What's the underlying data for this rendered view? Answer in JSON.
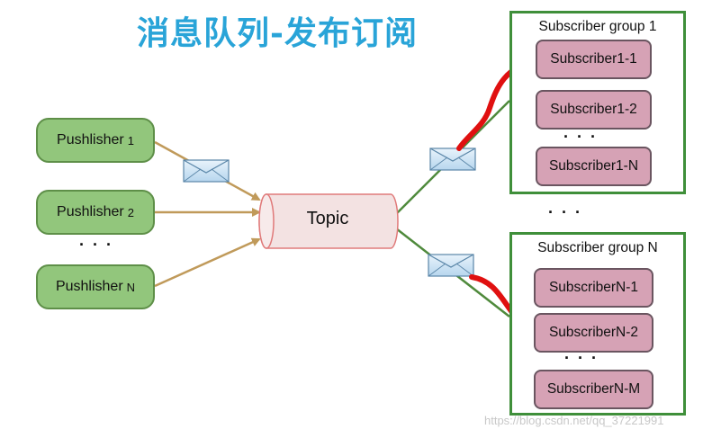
{
  "title": "消息队列-发布订阅",
  "publishers": [
    {
      "label": "Pushlisher",
      "index": "1"
    },
    {
      "label": "Pushlisher",
      "index": "2"
    },
    {
      "label": "Pushlisher",
      "index": "N"
    }
  ],
  "ellipsis": "· · ·",
  "topic": "Topic",
  "groups": [
    {
      "title": "Subscriber group 1",
      "subscribers": [
        "Subscriber1-1",
        "Subscriber1-2",
        "Subscriber1-N"
      ]
    },
    {
      "title": "Subscriber group N",
      "subscribers": [
        "SubscriberN-1",
        "SubscriberN-2",
        "SubscriberN-M"
      ]
    }
  ],
  "watermark": "https://blog.csdn.net/qq_37221991",
  "colors": {
    "title": "#29a4d8",
    "publisher_fill": "#92c67c",
    "subscriber_fill": "#d6a2b5",
    "group_border": "#3f8f3a",
    "publisher_arrow": "#c09a5a",
    "subscriber_line": "#4f8a3c",
    "highlight_arrow": "#e01010"
  },
  "icons": [
    "envelope-icon"
  ]
}
